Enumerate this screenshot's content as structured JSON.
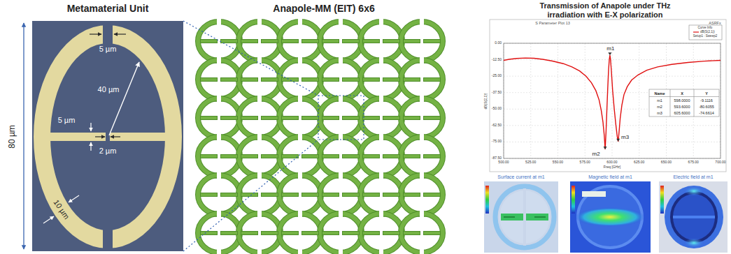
{
  "diagram": {
    "nodes": [
      {
        "text": [
          "Metamaterial Unit"
        ]
      },
      {
        "text": [
          "Anapole-MM (EIT) 6x6"
        ]
      },
      {
        "text": [
          "Transmission of Anapole under THz irradiation with E-X polarization"
        ]
      },
      {
        "text": [
          "Surface current at m1"
        ],
        "in": 2
      },
      {
        "text": [
          "Magnetic field at m1"
        ],
        "in": 2
      },
      {
        "text": [
          "Electric field at m1"
        ],
        "in": 2
      }
    ],
    "labels": [
      "5 µm",
      "5 µm",
      "40 µm",
      "2 µm",
      "10 µm",
      "80 µm",
      "S Parameter Plot 13",
      "ASRFx",
      "Curve Info",
      "Setup1 : Sweep2",
      "0.00",
      "-12.50",
      "-25.00",
      "-37.50",
      "-50.00",
      "-62.50",
      "-75.00",
      "-87.50",
      "500.00",
      "525.00",
      "550.00",
      "575.00",
      "600.00",
      "625.00",
      "650.00",
      "675.00",
      "700.00",
      "dB(S(2,1))",
      "Freq [GHz]",
      "m1",
      "m2",
      "m3",
      "Name",
      "X",
      "Y",
      "m1",
      "598.0000",
      "-9.1116",
      "m2",
      "593.6000",
      "-80.6055",
      "m3",
      "605.6000",
      "-74.6614"
    ],
    "legend": [
      {
        "text": "dB(S(2,1))"
      }
    ]
  }
}
